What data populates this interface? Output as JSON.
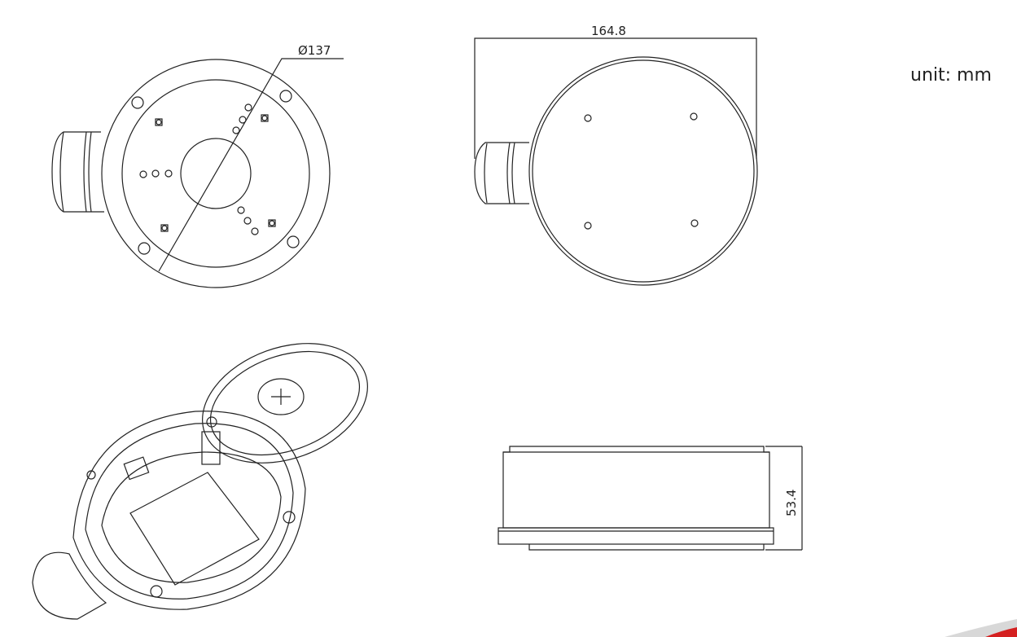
{
  "dimensions": {
    "diameter": "Ø137",
    "width": "164.8",
    "height": "53.4"
  },
  "unit_label": "unit: mm",
  "colors": {
    "line": "#222222",
    "accent": "#d42020",
    "accent_gray": "#d8d8d8"
  }
}
